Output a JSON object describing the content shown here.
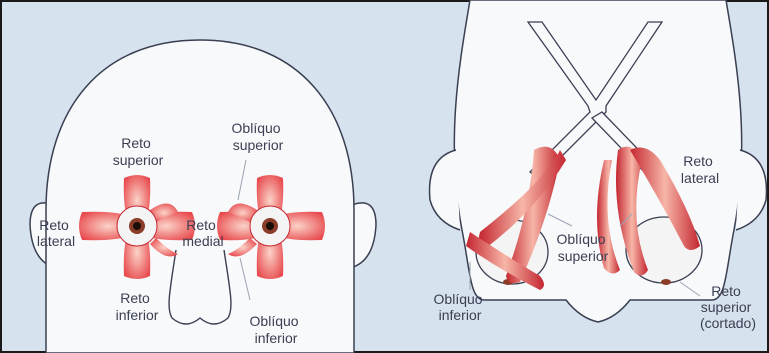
{
  "colors": {
    "background": "#d6e2ee",
    "frame": "#1a1a1a",
    "skin": "#f8f9fb",
    "outline": "#3a3f52",
    "muscle": "#e84a4e",
    "muscle_light": "#f7b6a8",
    "muscle_dark": "#c42630",
    "sclera": "#f4f4f4",
    "iris": "#8a3c28",
    "pupil": "#1a0e0a",
    "leader": "#9aa3b2"
  },
  "front_view": {
    "reto_superior": [
      "Reto",
      "superior"
    ],
    "obliquo_superior": [
      "Oblíquo",
      "superior"
    ],
    "reto_lateral": [
      "Reto",
      "lateral"
    ],
    "reto_medial": [
      "Reto",
      "medial"
    ],
    "reto_inferior": [
      "Reto",
      "inferior"
    ],
    "obliquo_inferior": [
      "Oblíquo",
      "inferior"
    ]
  },
  "top_view": {
    "reto_lateral": [
      "Reto",
      "lateral"
    ],
    "obliquo_superior": [
      "Oblíquo",
      "superior"
    ],
    "obliquo_inferior": [
      "Oblíquo",
      "inferior"
    ],
    "reto_superior_cortado": [
      "Reto",
      "superior",
      "(cortado)"
    ]
  }
}
